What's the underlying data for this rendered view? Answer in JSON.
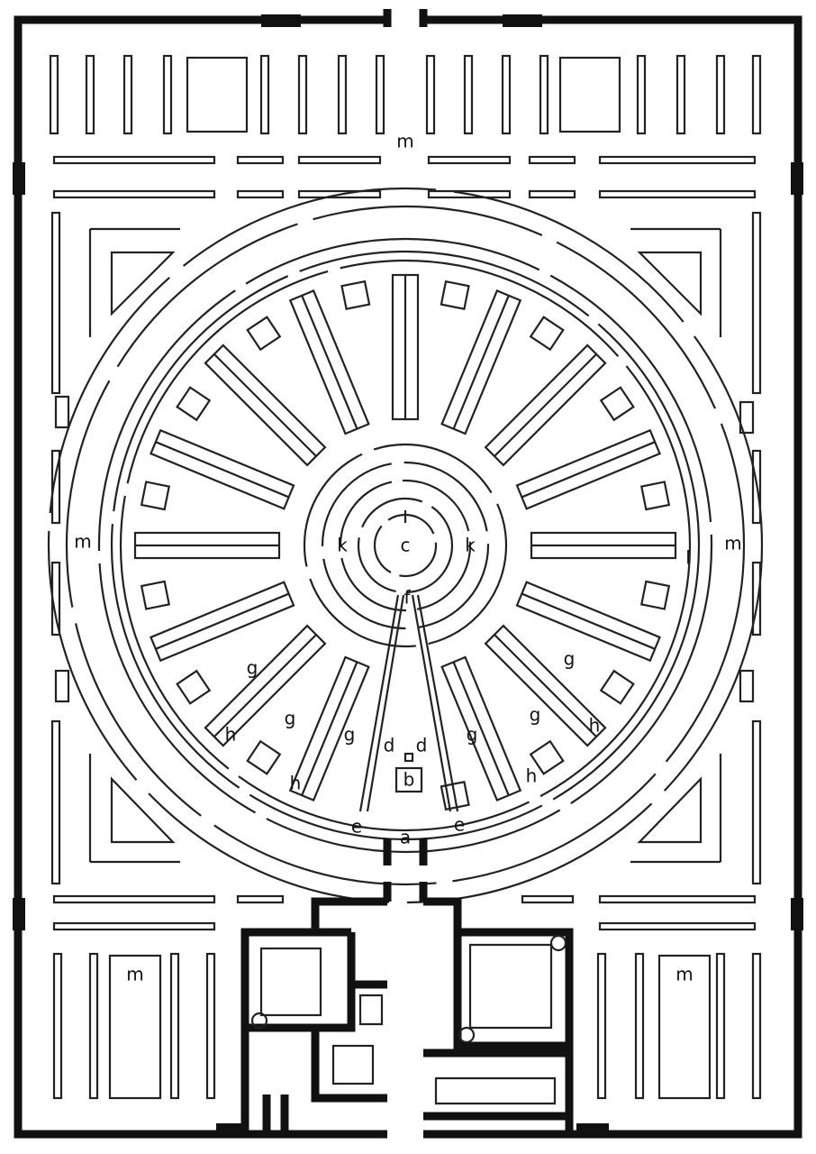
{
  "labels": {
    "a": "a",
    "b": "b",
    "c": "c",
    "d_left": "d",
    "d_right": "d",
    "e_left": "e",
    "e_right": "e",
    "f": "f",
    "g1": "g",
    "g2": "g",
    "g3": "g",
    "g4": "g",
    "g5": "g",
    "g6": "g",
    "h1": "h",
    "h2": "h",
    "h3": "h",
    "h4": "h",
    "k_left": "k",
    "k_right": "k",
    "l": "l",
    "m_top": "m",
    "m_left": "m",
    "m_right": "m",
    "m_bottom_left": "m",
    "m_bottom_right": "m"
  },
  "colors": {
    "ink": "#111111",
    "paper": "#ffffff"
  }
}
